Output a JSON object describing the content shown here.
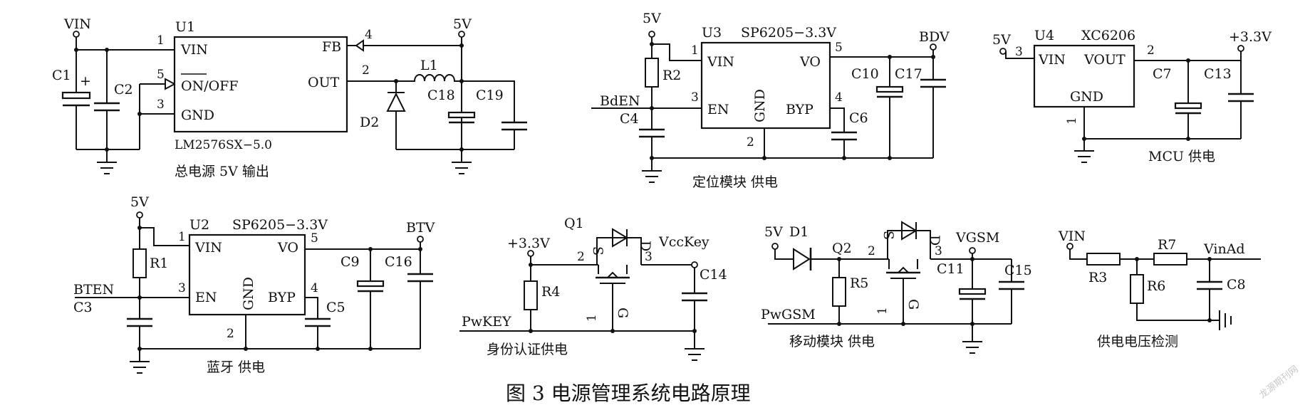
{
  "figure_title": "图 3   电源管理系统电路原理",
  "watermark": "龙源期刊网",
  "main_supply": {
    "caption": "总电源 5V 输出",
    "input_net": "VIN",
    "output_net": "5V",
    "ic_ref": "U1",
    "ic_part": "LM2576SX−5.0",
    "pins": {
      "vin": "VIN",
      "onoff": "ON/OFF",
      "gnd": "GND",
      "fb": "FB",
      "out": "OUT"
    },
    "pin_numbers": {
      "vin": "1",
      "onoff": "5",
      "gnd": "3",
      "fb": "4",
      "out": "2"
    },
    "parts": {
      "c1": "C1",
      "c2": "C2",
      "plus": "+",
      "l1": "L1",
      "d2": "D2",
      "c18": "C18",
      "c19": "C19"
    }
  },
  "positioning_supply": {
    "caption": "定位模块  供电",
    "input_net": "5V",
    "output_net": "BDV",
    "enable_net": "BdEN",
    "ic_ref": "U3",
    "ic_part": "SP6205−3.3V",
    "pins": {
      "vin": "VIN",
      "en": "EN",
      "gnd": "GND",
      "vo": "VO",
      "byp": "BYP"
    },
    "pin_numbers": {
      "vin": "1",
      "en": "3",
      "gnd": "2",
      "vo": "5",
      "byp": "4"
    },
    "parts": {
      "r2": "R2",
      "c4": "C4",
      "c6": "C6",
      "c10": "C10",
      "c17": "C17"
    }
  },
  "mcu_supply": {
    "caption": "MCU 供电",
    "input_net": "5V",
    "output_net": "+3.3V",
    "ic_ref": "U4",
    "ic_part": "XC6206",
    "pins": {
      "vin": "VIN",
      "vout": "VOUT",
      "gnd": "GND"
    },
    "pin_numbers": {
      "vin": "3",
      "vout": "2",
      "gnd": "1"
    },
    "parts": {
      "c7": "C7",
      "c13": "C13"
    }
  },
  "bluetooth_supply": {
    "caption": "蓝牙  供电",
    "input_net": "5V",
    "output_net": "BTV",
    "enable_net": "BTEN",
    "ic_ref": "U2",
    "ic_part": "SP6205−3.3V",
    "pins": {
      "vin": "VIN",
      "en": "EN",
      "gnd": "GND",
      "vo": "VO",
      "byp": "BYP"
    },
    "pin_numbers": {
      "vin": "1",
      "en": "3",
      "gnd": "2",
      "vo": "5",
      "byp": "4"
    },
    "parts": {
      "r1": "R1",
      "c3": "C3",
      "c5": "C5",
      "c9": "C9",
      "c16": "C16"
    }
  },
  "auth_supply": {
    "caption": "身份认证供电",
    "input_net": "+3.3V",
    "output_net": "VccKey",
    "control_net": "PwKEY",
    "parts": {
      "q1": "Q1",
      "r4": "R4",
      "c14": "C14"
    },
    "pin_letters": {
      "s": "S",
      "d": "D",
      "g": "G"
    },
    "pin_numbers": {
      "s": "2",
      "d": "3",
      "g": "1"
    }
  },
  "gsm_supply": {
    "caption": "移动模块  供电",
    "input_net": "5V",
    "output_net": "VGSM",
    "control_net": "PwGSM",
    "parts": {
      "d1": "D1",
      "q2": "Q2",
      "r5": "R5",
      "c11": "C11",
      "c15": "C15"
    },
    "pin_letters": {
      "s": "S",
      "d": "D",
      "g": "G"
    },
    "pin_numbers": {
      "s": "2",
      "d": "3",
      "g": "1"
    }
  },
  "voltage_detect": {
    "caption": "供电电压检测",
    "input_net": "VIN",
    "output_net": "VinAd",
    "parts": {
      "r3": "R3",
      "r6": "R6",
      "r7": "R7",
      "c8": "C8"
    }
  }
}
